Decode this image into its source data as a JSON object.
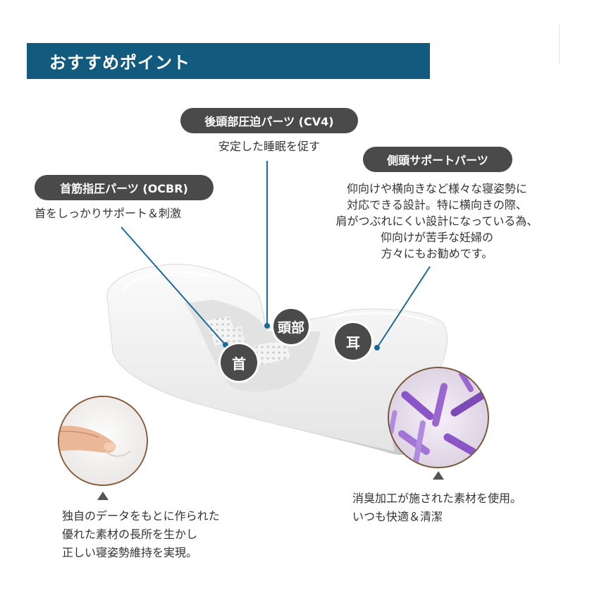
{
  "banner": {
    "title": "おすすめポイント"
  },
  "features": {
    "back_head": {
      "label": "後頭部圧迫パーツ (CV4)",
      "lines": [
        "安定した睡眠を促す"
      ]
    },
    "neck": {
      "label": "首筋指圧パーツ (OCBR)",
      "lines": [
        "首をしっかりサポート＆刺激"
      ]
    },
    "side": {
      "label": "側頭サポートパーツ",
      "lines": [
        "仰向けや横向きなど様々な寝姿勢に",
        "対応できる設計。特に横向きの際、",
        "肩がつぶれにくい設計になっている為、",
        "仰向けが苦手な妊婦の",
        "方々にもお勧めです。"
      ]
    }
  },
  "markers": {
    "head": "頭部",
    "neck": "首",
    "ear": "耳"
  },
  "captions": {
    "foam": [
      "独自のデータをもとに作られた",
      "優れた素材の長所を生かし",
      "正しい寝姿勢維持を実現。"
    ],
    "material": [
      "消臭加工が施された素材を使用。",
      "いつも快適＆清潔"
    ]
  },
  "icons": {
    "foam_photo": "finger-pressing-foam-photo",
    "material_photo": "microscope-bacteria-photo",
    "pillow": "cervical-pillow-illustration"
  },
  "colors": {
    "banner": "#125b7e",
    "pill": "#4a4a4a",
    "leader_line": "#1b6a96",
    "text": "#333333"
  }
}
